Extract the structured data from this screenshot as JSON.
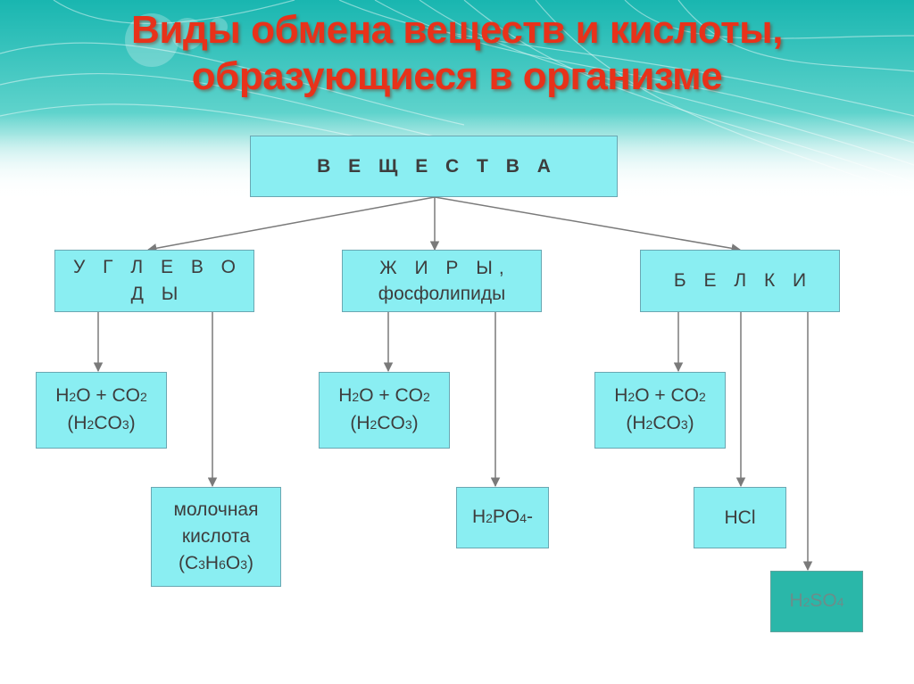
{
  "title": {
    "line1": "Виды обмена веществ и кислоты,",
    "line2": "образующиеся в организме"
  },
  "root": {
    "label": "В Е Щ Е С Т В А"
  },
  "categories": [
    {
      "line1": "У Г Л Е В О Д Ы",
      "line2": ""
    },
    {
      "line1": "Ж И Р Ы,",
      "line2": "фосфолипиды"
    },
    {
      "line1": "Б Е Л К И",
      "line2": ""
    }
  ],
  "common_product": {
    "p1": "H",
    "s1": "2",
    "p2": "O + CO",
    "s2": "2",
    "p3": "(H",
    "s3": "2",
    "p4": "CO",
    "s4": "3",
    "p5": ")"
  },
  "lactic": {
    "line1": "молочная",
    "line2": "кислота",
    "f": [
      "(C",
      "3",
      "H",
      "6",
      "O",
      "3",
      ")"
    ]
  },
  "phosphate": {
    "f": [
      "H",
      "2",
      "PO",
      "4",
      "-"
    ]
  },
  "hcl": {
    "label": "HCl"
  },
  "sulfuric": {
    "f": [
      "H",
      "2",
      "SO",
      "4"
    ]
  },
  "colors": {
    "title": "#e8321a",
    "box_fill": "#8aeef2",
    "box_dark_fill": "#2ab7a9",
    "box_border": "#6aa7b2",
    "connector": "#7a7a7a"
  }
}
